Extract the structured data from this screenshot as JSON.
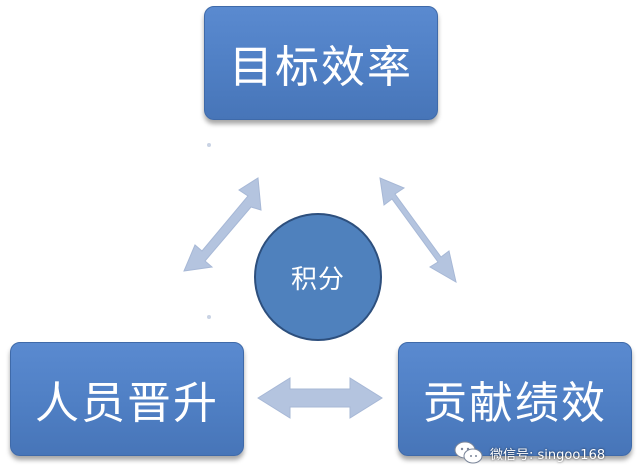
{
  "nodes": {
    "top": "目标效率",
    "left": "人员晋升",
    "right": "贡献绩效",
    "center": "积分"
  },
  "watermark": {
    "text": "微信号: singoo168",
    "icon": "wechat-icon"
  },
  "colors": {
    "box_fill": "#4f81bd",
    "box_border": "#3f6aa9",
    "circle_fill": "#4f81bd",
    "circle_border": "#2d4f7d",
    "arrow_fill": "#b4c4df",
    "text": "#ffffff"
  },
  "connectors": [
    {
      "from": "top",
      "to": "left",
      "type": "double-arrow"
    },
    {
      "from": "top",
      "to": "right",
      "type": "double-arrow"
    },
    {
      "from": "left",
      "to": "right",
      "type": "double-arrow"
    }
  ]
}
